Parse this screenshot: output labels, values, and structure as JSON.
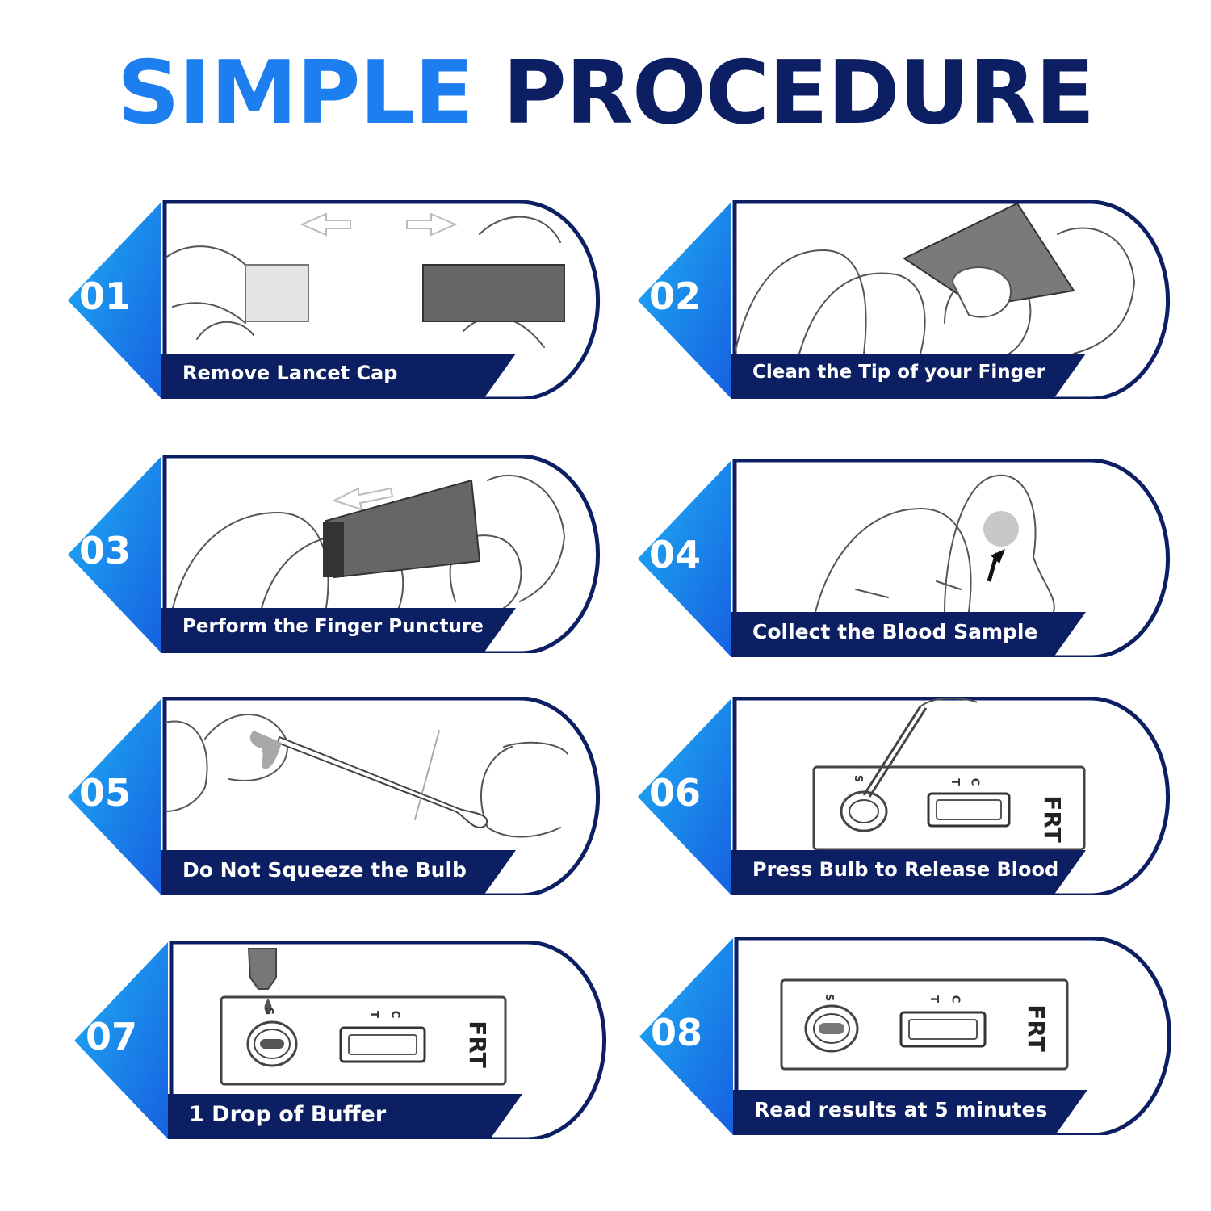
{
  "title": {
    "word1": "SIMPLE",
    "word2": "PROCEDURE"
  },
  "steps": [
    {
      "number": "01",
      "label": "Remove Lancet Cap"
    },
    {
      "number": "02",
      "label": "Clean the Tip of your Finger"
    },
    {
      "number": "03",
      "label": "Perform the Finger Puncture"
    },
    {
      "number": "04",
      "label": "Collect the Blood Sample"
    },
    {
      "number": "05",
      "label": "Do Not Squeeze the Bulb"
    },
    {
      "number": "06",
      "label": "Press Bulb to Release Blood"
    },
    {
      "number": "07",
      "label": "1 Drop of Buffer"
    },
    {
      "number": "08",
      "label": "Read results at 5 minutes"
    }
  ],
  "device": {
    "brand": "FRT",
    "sample_mark": "S",
    "control_mark": "C",
    "test_mark": "T"
  },
  "colors": {
    "navy": "#0d1f63",
    "blue": "#1d7eef",
    "light_blue": "#1fb0f5"
  }
}
